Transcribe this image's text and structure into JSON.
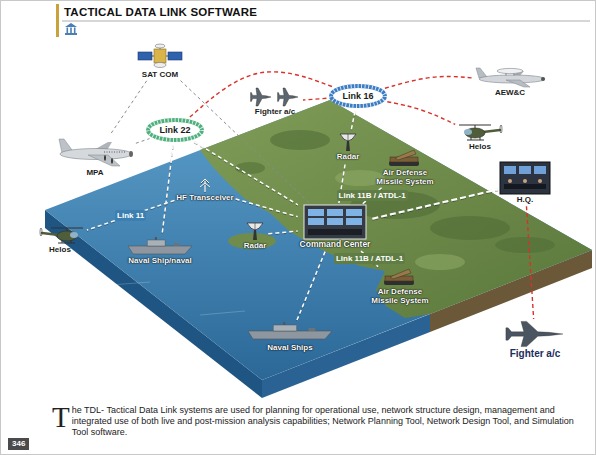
{
  "diagram": {
    "title": "TACTICAL DATA LINK SOFTWARE",
    "caption": "The TDL- Tactical Data Link systems are used for planning for operational use, network structure design, management and integrated use of both live and post-mission analysis capabilities; Network Planning Tool, Network Design Tool, and Simulation Tool software.",
    "nodes": [
      {
        "text": [
          "SAT COM"
        ]
      },
      {
        "text": [
          "Link 16"
        ]
      },
      {
        "text": [
          "AEW&C"
        ]
      },
      {
        "text": [
          "Fighter a/c"
        ]
      },
      {
        "text": [
          "Link 22"
        ]
      },
      {
        "text": [
          "Helos"
        ]
      },
      {
        "text": [
          "MPA"
        ]
      },
      {
        "text": [
          "Radar"
        ]
      },
      {
        "text": [
          "Air Defense Missile System"
        ]
      },
      {
        "text": [
          "HF Transceiver"
        ]
      },
      {
        "text": [
          "H.Q."
        ]
      },
      {
        "text": [
          "Command Center"
        ]
      },
      {
        "text": [
          "Helos"
        ]
      },
      {
        "text": [
          "Radar"
        ]
      },
      {
        "text": [
          "Naval Ship/naval"
        ]
      },
      {
        "text": [
          "Air Defense Missile System"
        ]
      },
      {
        "text": [
          "Fighter a/c"
        ]
      },
      {
        "text": [
          "Naval Ships"
        ]
      }
    ],
    "edges": [
      {
        "from": 0,
        "to": 6,
        "arrow": "none"
      },
      {
        "from": 0,
        "to": 11,
        "arrow": "none"
      },
      {
        "from": 6,
        "to": 4,
        "arrow": "none"
      },
      {
        "from": 4,
        "to": 1,
        "arrow": "none"
      },
      {
        "from": 1,
        "to": 3,
        "arrow": "none"
      },
      {
        "from": 1,
        "to": 2,
        "arrow": "none"
      },
      {
        "from": 1,
        "to": 5,
        "arrow": "none"
      },
      {
        "from": 7,
        "to": 1,
        "arrow": "none"
      },
      {
        "from": 11,
        "to": 7,
        "arrow": "none"
      },
      {
        "from": 4,
        "to": 11,
        "arrow": "none"
      },
      {
        "from": 4,
        "to": 14,
        "arrow": "none"
      },
      {
        "from": 9,
        "to": 11,
        "arrow": "none"
      },
      {
        "from": 9,
        "to": 12,
        "label": "Link 11",
        "arrow": "none"
      },
      {
        "from": 13,
        "to": 11,
        "arrow": "none"
      },
      {
        "from": 11,
        "to": 10,
        "arrow": "none"
      },
      {
        "from": 11,
        "to": 8,
        "label": "Link 11B / ATDL-1",
        "arrow": "none"
      },
      {
        "from": 11,
        "to": 15,
        "label": "Link 11B / ATDL-1",
        "arrow": "none"
      },
      {
        "from": 11,
        "to": 17,
        "arrow": "none"
      },
      {
        "from": 10,
        "to": 16,
        "arrow": "none"
      }
    ],
    "labels": [
      "346"
    ]
  }
}
